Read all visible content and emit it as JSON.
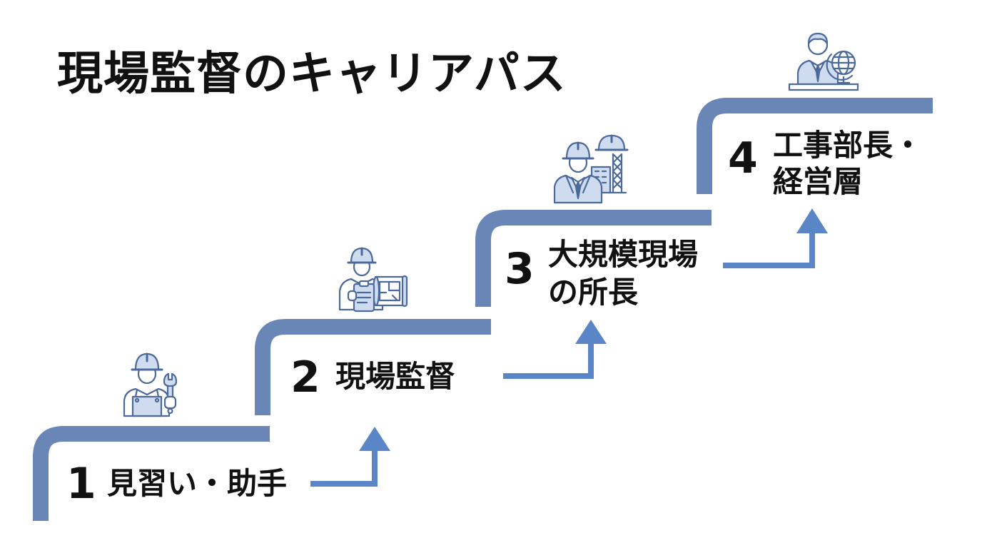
{
  "title": "現場監督のキャリアパス",
  "colors": {
    "stair": "#6a86b6",
    "arrow": "#5a86c8",
    "text": "#111111",
    "icon_stroke": "#4b6a9b",
    "icon_fill": "#cfdcef"
  },
  "steps": [
    {
      "number": "1",
      "label_lines": [
        "見習い・助手"
      ],
      "icon": "worker-wrench-icon"
    },
    {
      "number": "2",
      "label_lines": [
        "現場監督"
      ],
      "icon": "worker-clipboard-blueprint-icon"
    },
    {
      "number": "3",
      "label_lines": [
        "大規模現場",
        "の所長"
      ],
      "icon": "manager-crane-icon"
    },
    {
      "number": "4",
      "label_lines": [
        "工事部長・",
        "経営層"
      ],
      "icon": "executive-globe-icon"
    }
  ]
}
